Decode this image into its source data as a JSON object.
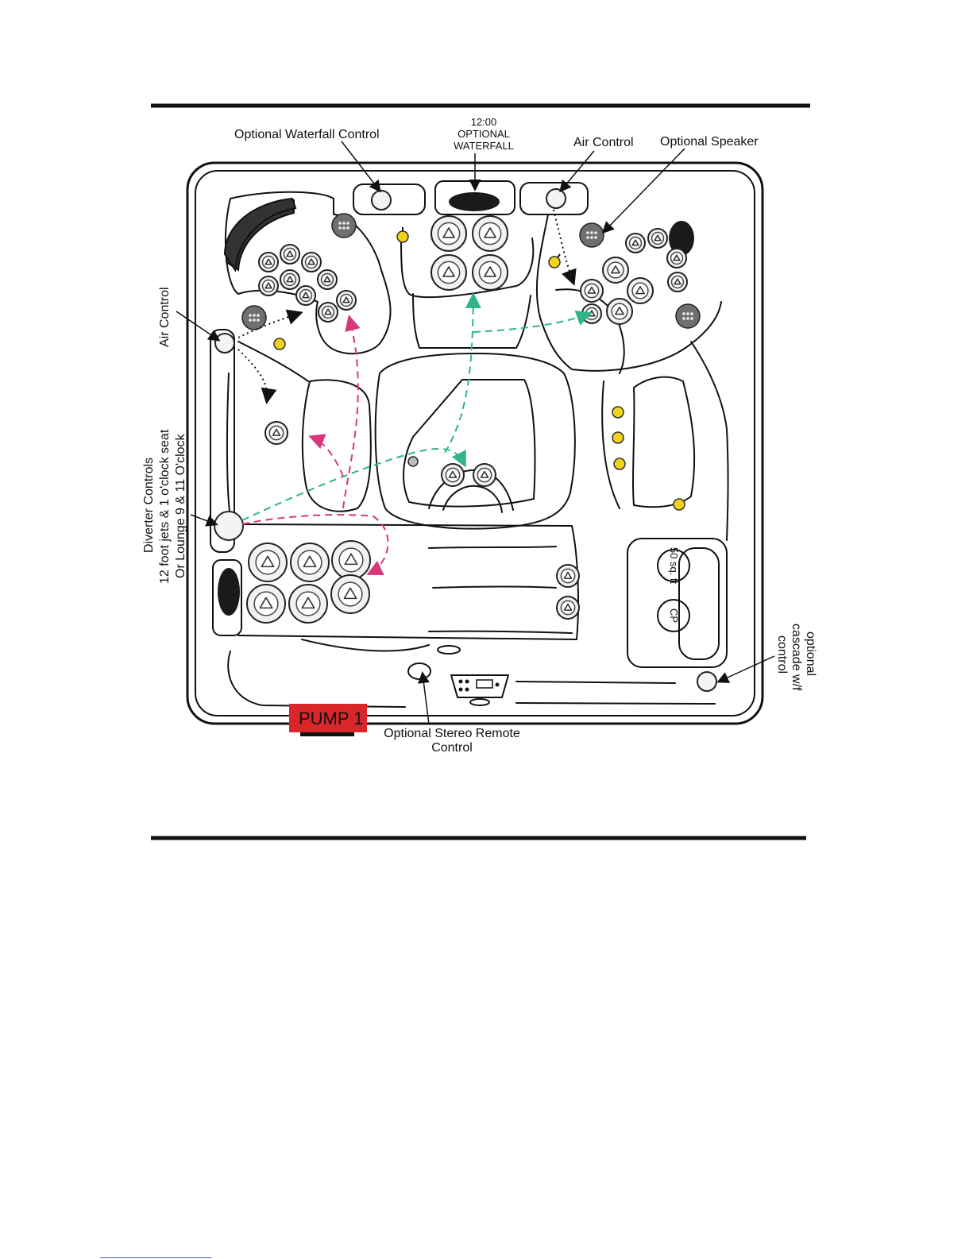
{
  "labels": {
    "waterfall_control": "Optional Waterfall Control",
    "waterfall_time": "12:00",
    "waterfall_line1": "OPTIONAL",
    "waterfall_line2": "WATERFALL",
    "air_control_top": "Air Control",
    "optional_speaker": "Optional Speaker",
    "air_control_left": "Air Control",
    "diverter_line1": "Diverter Controls",
    "diverter_line2": "12  foot jets & 1 o'clock seat",
    "diverter_line3": "Or Lounge 9 & 11 O'clock",
    "cascade_line1": "optional",
    "cascade_line2": "cascade w/f",
    "cascade_line3": "control",
    "stereo_line1": "Optional Stereo Remote",
    "stereo_line2": "Control",
    "pump": "PUMP  1",
    "filter_1": "50 sq. ft",
    "filter_2": "CP"
  },
  "colors": {
    "pump_fill": "#d9262b",
    "light_fill": "#f2d21b",
    "flow_green": "#2fb58a",
    "flow_pink": "#d8367f",
    "valve_fill": "#6f6f6f"
  },
  "icons": {
    "jet": "circular-jet-icon",
    "light": "led-light-icon",
    "valve": "air-valve-icon",
    "speaker": "speaker-icon",
    "grille": "pillow-grille-icon"
  }
}
